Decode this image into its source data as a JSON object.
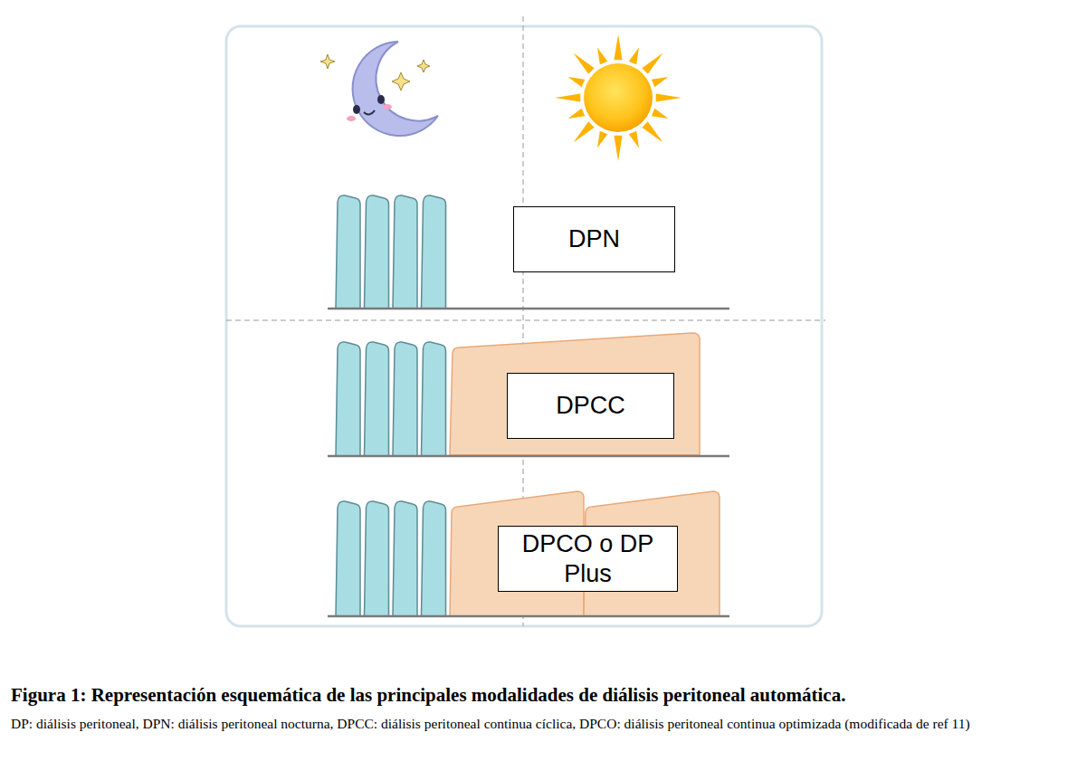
{
  "diagram": {
    "caption": "Figura 1: Representación esquemática de las principales modalidades de diálisis peritoneal automática.",
    "nodes": [
      {
        "text": [
          "DPN"
        ]
      },
      {
        "text": [
          "DPCC"
        ]
      },
      {
        "text": [
          "DPCO o DP Plus"
        ]
      }
    ],
    "labels": [
      "DP: diálisis peritoneal, DPN: diálisis peritoneal nocturna, DPCC: diálisis peritoneal continua cíclica, DPCO: diálisis peritoneal continua optimizada (modificada de ref 11)"
    ]
  }
}
